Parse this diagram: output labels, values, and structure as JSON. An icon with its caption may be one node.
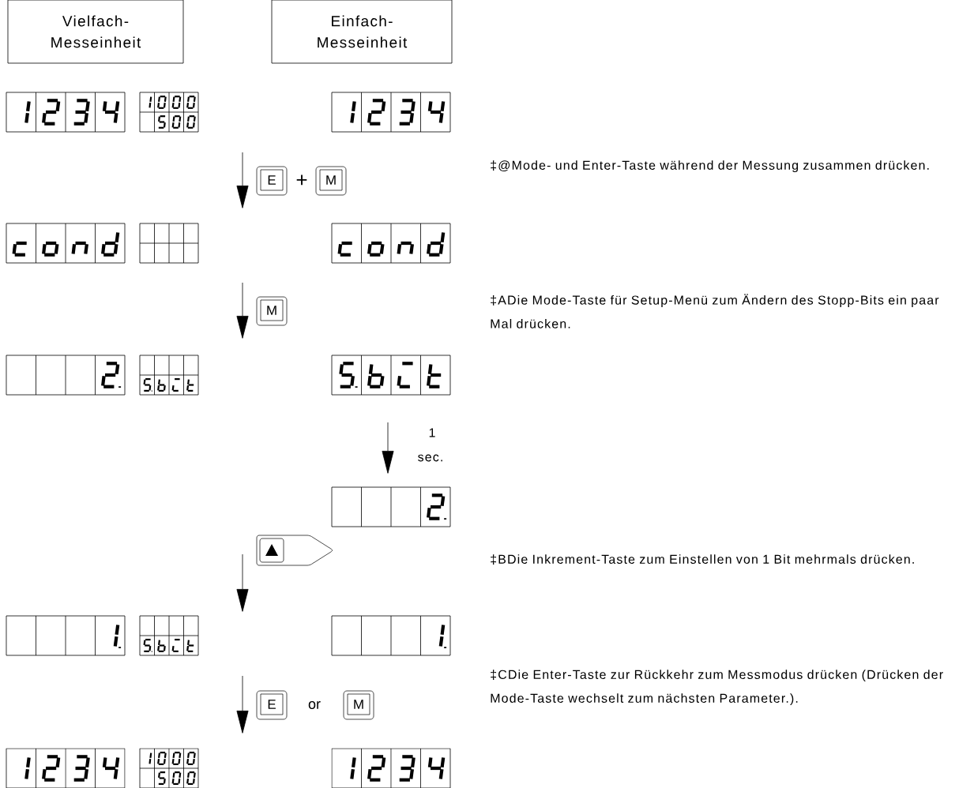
{
  "diagram": {
    "nodes": [
      {
        "text": [
          "Vielfach- Messeinheit"
        ]
      },
      {
        "text": [
          "Einfach- Messeinheit"
        ]
      }
    ],
    "labels": [
      "E",
      "+",
      "M",
      "‡@Mode- und Enter-Taste während der Messung zusammen drücken.",
      "M",
      "‡ADie Mode-Taste für Setup-Menü zum Ändern des Stopp-Bits ein paar Mal drücken.",
      "1",
      "sec.",
      "‡BDie Inkrement-Taste zum Einstellen von 1 Bit mehrmals drücken.",
      "E",
      "or",
      "M",
      "‡CDie Enter-Taste zur Rückkehr zum Messmodus drücken (Drücken der Mode-Taste wechselt zum nächsten Parameter.)."
    ]
  }
}
